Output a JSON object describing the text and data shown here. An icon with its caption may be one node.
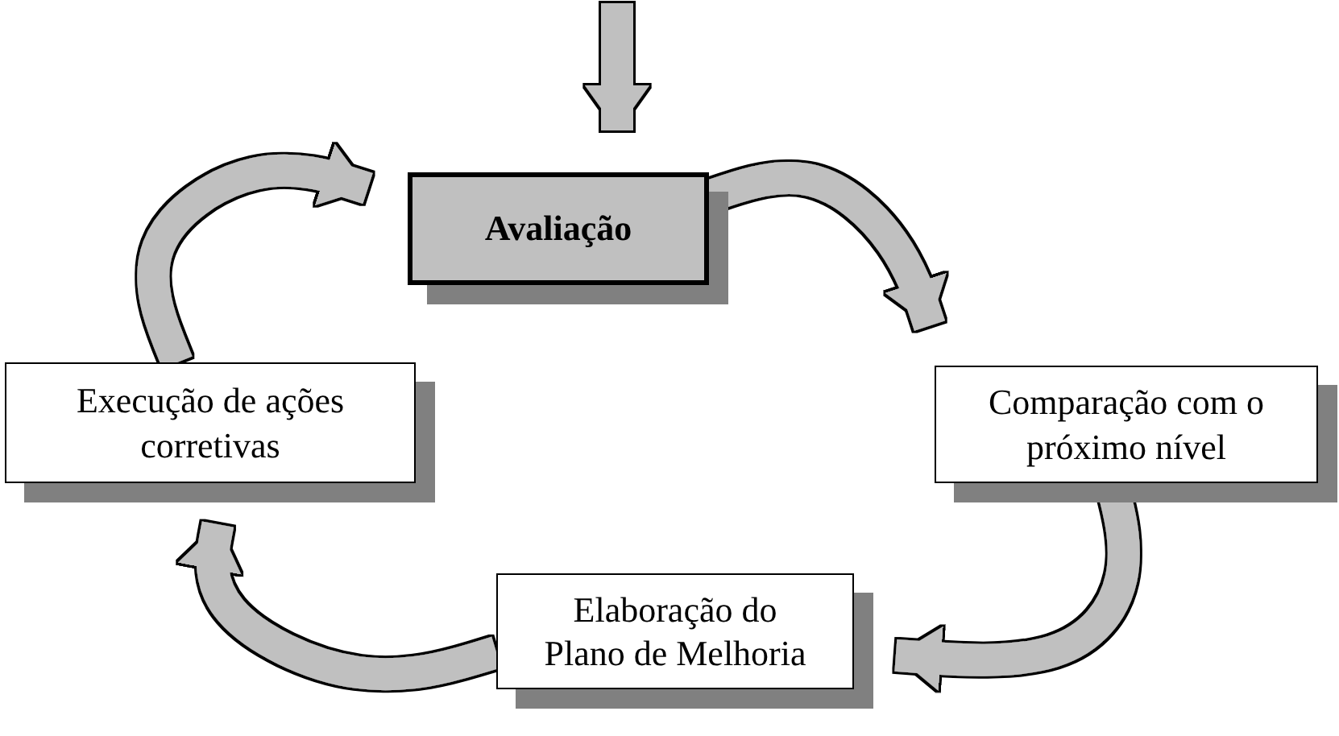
{
  "diagram": {
    "nodes": [
      {
        "text": [
          "Avaliação"
        ]
      },
      {
        "text": [
          "Comparação com o próximo nível"
        ]
      },
      {
        "text": [
          "Elaboração do Plano de Melhoria"
        ]
      },
      {
        "text": [
          "Execução de ações corretivas"
        ]
      }
    ],
    "edges": [
      {
        "from": null,
        "to": 0,
        "arrow": "to"
      },
      {
        "from": 0,
        "to": 1,
        "arrow": "to"
      },
      {
        "from": 1,
        "to": 2,
        "arrow": "to"
      },
      {
        "from": 2,
        "to": 3,
        "arrow": "to"
      },
      {
        "from": 3,
        "to": 0,
        "arrow": "to"
      }
    ]
  }
}
